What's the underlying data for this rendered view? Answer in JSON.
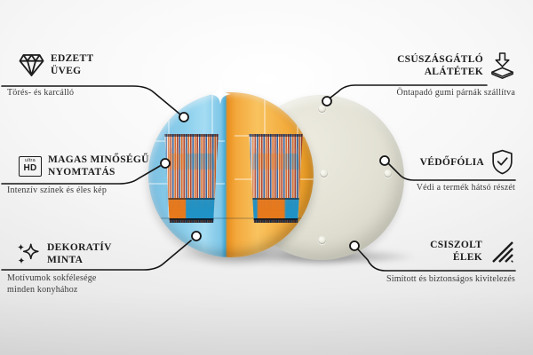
{
  "features": {
    "left": [
      {
        "icon": "diamond-icon",
        "title_lines": [
          "EDZETT",
          "ÜVEG"
        ],
        "subtitle_lines": [
          "Törés- és karcálló"
        ]
      },
      {
        "icon": "ultra-hd-icon",
        "icon_label_top": "ultra",
        "icon_label_bottom": "HD",
        "title_lines": [
          "MAGAS MINŐSÉGŰ",
          "NYOMTATÁS"
        ],
        "subtitle_lines": [
          "Intenzív színek és éles kép"
        ]
      },
      {
        "icon": "sparkles-icon",
        "title_lines": [
          "DEKORATÍV",
          "MINTA"
        ],
        "subtitle_lines": [
          "Motívumok sokfélesége",
          "minden konyhához"
        ]
      }
    ],
    "right": [
      {
        "icon": "anti-slip-pad-icon",
        "title_lines": [
          "CSÚSZÁSGÁTLÓ",
          "ALÁTÉTEK"
        ],
        "subtitle_lines": [
          "Öntapadó gumi párnák szállítva"
        ]
      },
      {
        "icon": "shield-check-icon",
        "title_lines": [
          "VÉDŐFÓLIA"
        ],
        "subtitle_lines": [
          "Védi a termék hátsó részét"
        ]
      },
      {
        "icon": "polished-edges-icon",
        "title_lines": [
          "CSISZOLT",
          "ÉLEK"
        ],
        "subtitle_lines": [
          "Simított és biztonságos kivitelezés"
        ]
      }
    ]
  },
  "product": {
    "front_disc": "round glass board printed with two striped drinking glasses on split blue and orange background",
    "back_disc": "cream back side with self-adhesive rubber pads",
    "pad_count_visible": 4
  },
  "colors": {
    "photo_blue": "#7dc5e6",
    "photo_orange": "#f3a83c",
    "back_disc": "#e2e1d4",
    "line": "#151515",
    "text": "#1c1c1c",
    "background": "#f0f0f0"
  }
}
